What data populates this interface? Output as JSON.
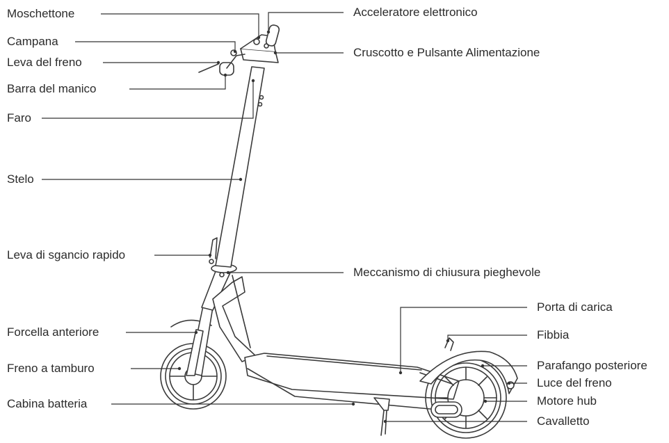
{
  "labels": {
    "moschettone": "Moschettone",
    "campana": "Campana",
    "leva_freno": "Leva del freno",
    "barra_manico": "Barra del manico",
    "faro": "Faro",
    "stelo": "Stelo",
    "leva_sgancio": "Leva di sgancio rapido",
    "forcella": "Forcella anteriore",
    "freno_tamburo": "Freno a tamburo",
    "cabina_batteria": "Cabina batteria",
    "acceleratore": "Acceleratore elettronico",
    "cruscotto": "Cruscotto e Pulsante Alimentazione",
    "meccanismo": "Meccanismo di chiusura pieghevole",
    "porta_carica": "Porta di carica",
    "fibbia": "Fibbia",
    "parafango": "Parafango posteriore",
    "luce_freno": "Luce del freno",
    "motore": "Motore hub",
    "cavalletto": "Cavalletto"
  },
  "colors": {
    "line": "#333333",
    "text": "#2b2b2b",
    "background": "#ffffff"
  }
}
